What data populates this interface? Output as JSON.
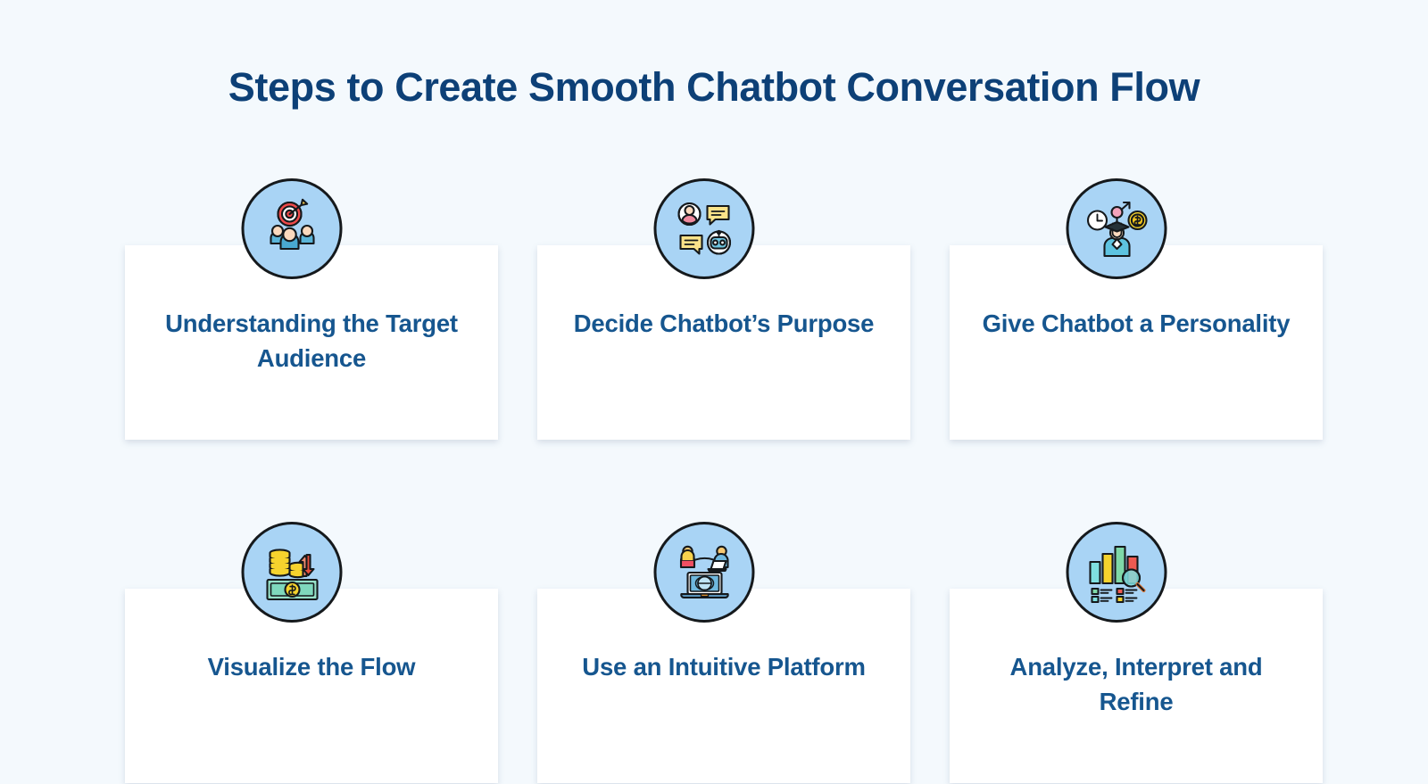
{
  "header": {
    "title": "Steps to Create Smooth Chatbot Conversation Flow"
  },
  "theme": {
    "background": "#f4f9fd",
    "title_color": "#0d4077",
    "card_background": "#ffffff",
    "card_label_color": "#16568f",
    "badge_fill": "#a9d4f5",
    "badge_border": "#15191c"
  },
  "steps": [
    {
      "label": "Understanding the Target Audience",
      "icon": "target-audience-icon",
      "icon_description": "Bullseye target with arrow above three people"
    },
    {
      "label": "Decide Chatbot’s Purpose",
      "icon": "chat-bot-purpose-icon",
      "icon_description": "User avatar, chat bubbles and robot face"
    },
    {
      "label": "Give Chatbot a Personality",
      "icon": "personality-profile-icon",
      "icon_description": "Graduate person with clock, gender symbol and dollar coin"
    },
    {
      "label": "Visualize the Flow",
      "icon": "money-growth-icon",
      "icon_description": "Coin stacks with up and down arrows over a dollar banknote"
    },
    {
      "label": "Use an Intuitive Platform",
      "icon": "online-platform-icon",
      "icon_description": "Two people connected above a laptop showing a globe"
    },
    {
      "label": "Analyze, Interpret and Refine",
      "icon": "data-analysis-icon",
      "icon_description": "Bar chart with magnifying glass and legend swatches"
    }
  ]
}
